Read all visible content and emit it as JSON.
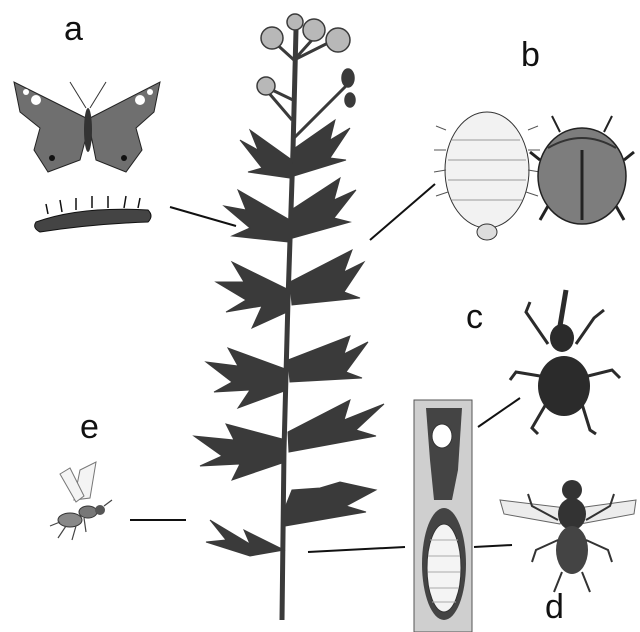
{
  "labels": {
    "a": "a",
    "b": "b",
    "c": "c",
    "d": "d",
    "e": "e"
  },
  "colors": {
    "plant": "#3a3a3a",
    "flower": "#b8b8b8",
    "line": "#111111",
    "butterfly_wing": "#6f6f6f",
    "beetle": "#7d7d7d",
    "weevil": "#2b2b2b",
    "stem_section": "#cfcfcf"
  },
  "icons": {
    "a_adult": "butterfly-icon",
    "a_larva": "caterpillar-icon",
    "b_larva": "beetle-larva-icon",
    "b_adult": "tortoise-beetle-icon",
    "c": "weevil-icon",
    "d_gall": "stem-gall-icon",
    "d_adult": "fly-icon",
    "e": "wasp-icon"
  }
}
